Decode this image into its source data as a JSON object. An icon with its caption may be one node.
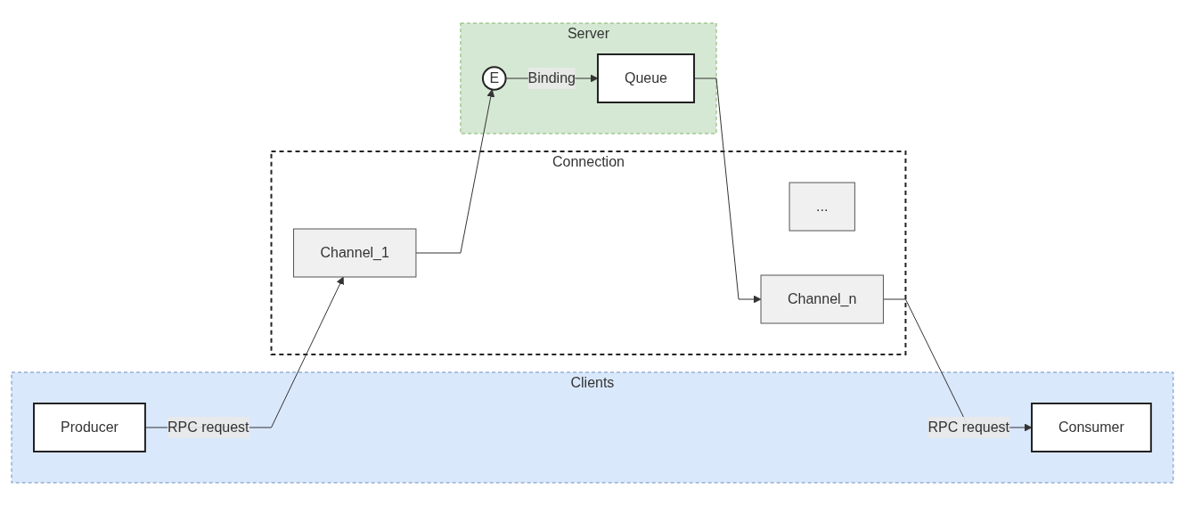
{
  "diagram": {
    "nodes": [
      {
        "text": [
          "Clients"
        ]
      },
      {
        "text": [
          "Producer"
        ],
        "in": 0
      },
      {
        "text": [
          "Consumer"
        ],
        "in": 0
      },
      {
        "text": [
          "Connection"
        ]
      },
      {
        "text": [
          "Channel_1"
        ],
        "in": 3
      },
      {
        "text": [
          "..."
        ],
        "in": 3
      },
      {
        "text": [
          "Channel_n"
        ],
        "in": 3
      },
      {
        "text": [
          "Server"
        ]
      },
      {
        "text": [
          "E"
        ],
        "in": 7
      },
      {
        "text": [
          "Queue"
        ],
        "in": 7
      }
    ],
    "edges": [
      {
        "from": 1,
        "to": 4,
        "label": "RPC request",
        "arrow": "to"
      },
      {
        "from": 4,
        "to": 8,
        "arrow": "to"
      },
      {
        "from": 8,
        "to": 9,
        "label": "Binding",
        "arrow": "to"
      },
      {
        "from": 9,
        "to": 6,
        "arrow": "to"
      },
      {
        "from": 6,
        "to": 2,
        "label": "RPC request",
        "arrow": "to"
      }
    ]
  }
}
